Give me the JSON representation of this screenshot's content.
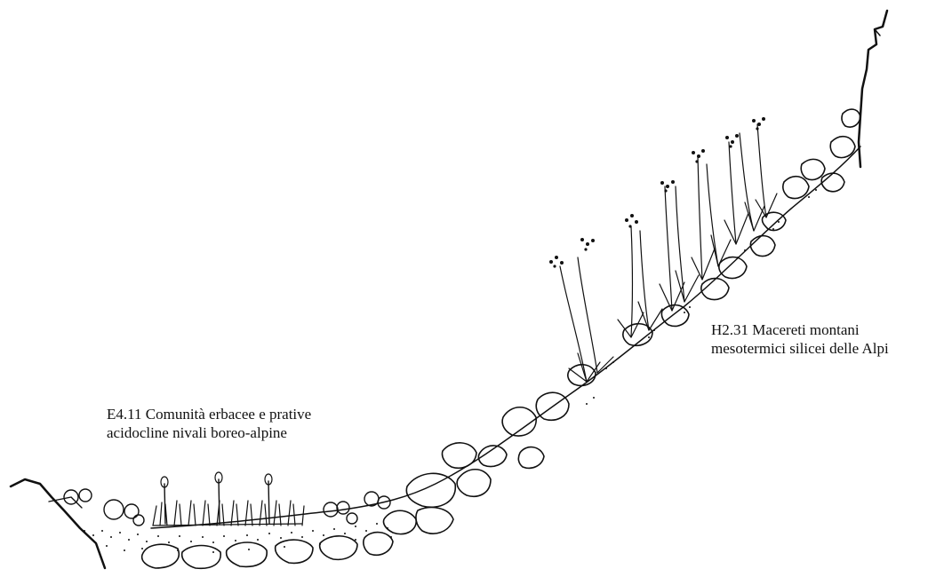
{
  "labels": {
    "left": {
      "line1": "E4.11 Comunità erbacee e prative",
      "line2": "acidocline nivali boreo-alpine"
    },
    "right": {
      "line1": "H2.31 Macereti montani",
      "line2": "mesotermici silicei delle Alpi"
    }
  },
  "colors": {
    "ink": "#111111",
    "paper": "#ffffff"
  }
}
